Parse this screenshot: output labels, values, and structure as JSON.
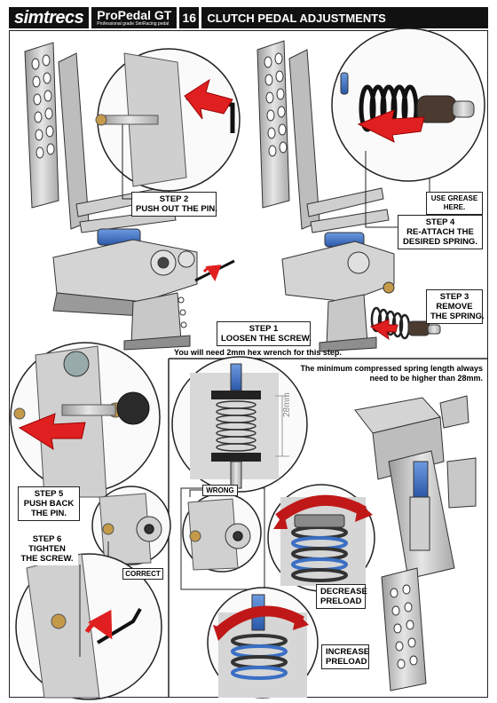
{
  "header": {
    "brand": "simtrecs",
    "product": "ProPedal GT",
    "tagline": "Professional grade SimRacing pedal",
    "page_number": "16",
    "page_title": "CLUTCH PEDAL ADJUSTMENTS"
  },
  "steps": {
    "step1": [
      "STEP 1",
      "LOOSEN THE SCREW."
    ],
    "step2": [
      "STEP 2",
      "PUSH OUT THE PIN."
    ],
    "step3": [
      "STEP 3",
      "REMOVE",
      "THE SPRING."
    ],
    "step4": [
      "STEP 4",
      "RE-ATTACH THE",
      "DESIRED SPRING."
    ],
    "step5": [
      "STEP 5",
      "PUSH BACK",
      "THE PIN."
    ],
    "step6": [
      "STEP 6",
      "TIGHTEN",
      "THE SCREW."
    ]
  },
  "labels": {
    "grease": [
      "USE GREASE",
      "HERE."
    ],
    "correct": "CORRECT",
    "wrong": "WRONG",
    "decrease": [
      "DECREASE",
      "PRELOAD"
    ],
    "increase": [
      "INCREASE",
      "PRELOAD"
    ],
    "dimension": "28mm"
  },
  "notes": {
    "hex": "You will need 2mm hex wrench for this step.",
    "spring_length": [
      "The minimum compressed spring length always",
      "need to be higher than 28mm."
    ]
  },
  "colors": {
    "accent": "#e02020",
    "spring": "#3a6fc4",
    "ink": "#111111",
    "metal": "#c8c8c8"
  }
}
